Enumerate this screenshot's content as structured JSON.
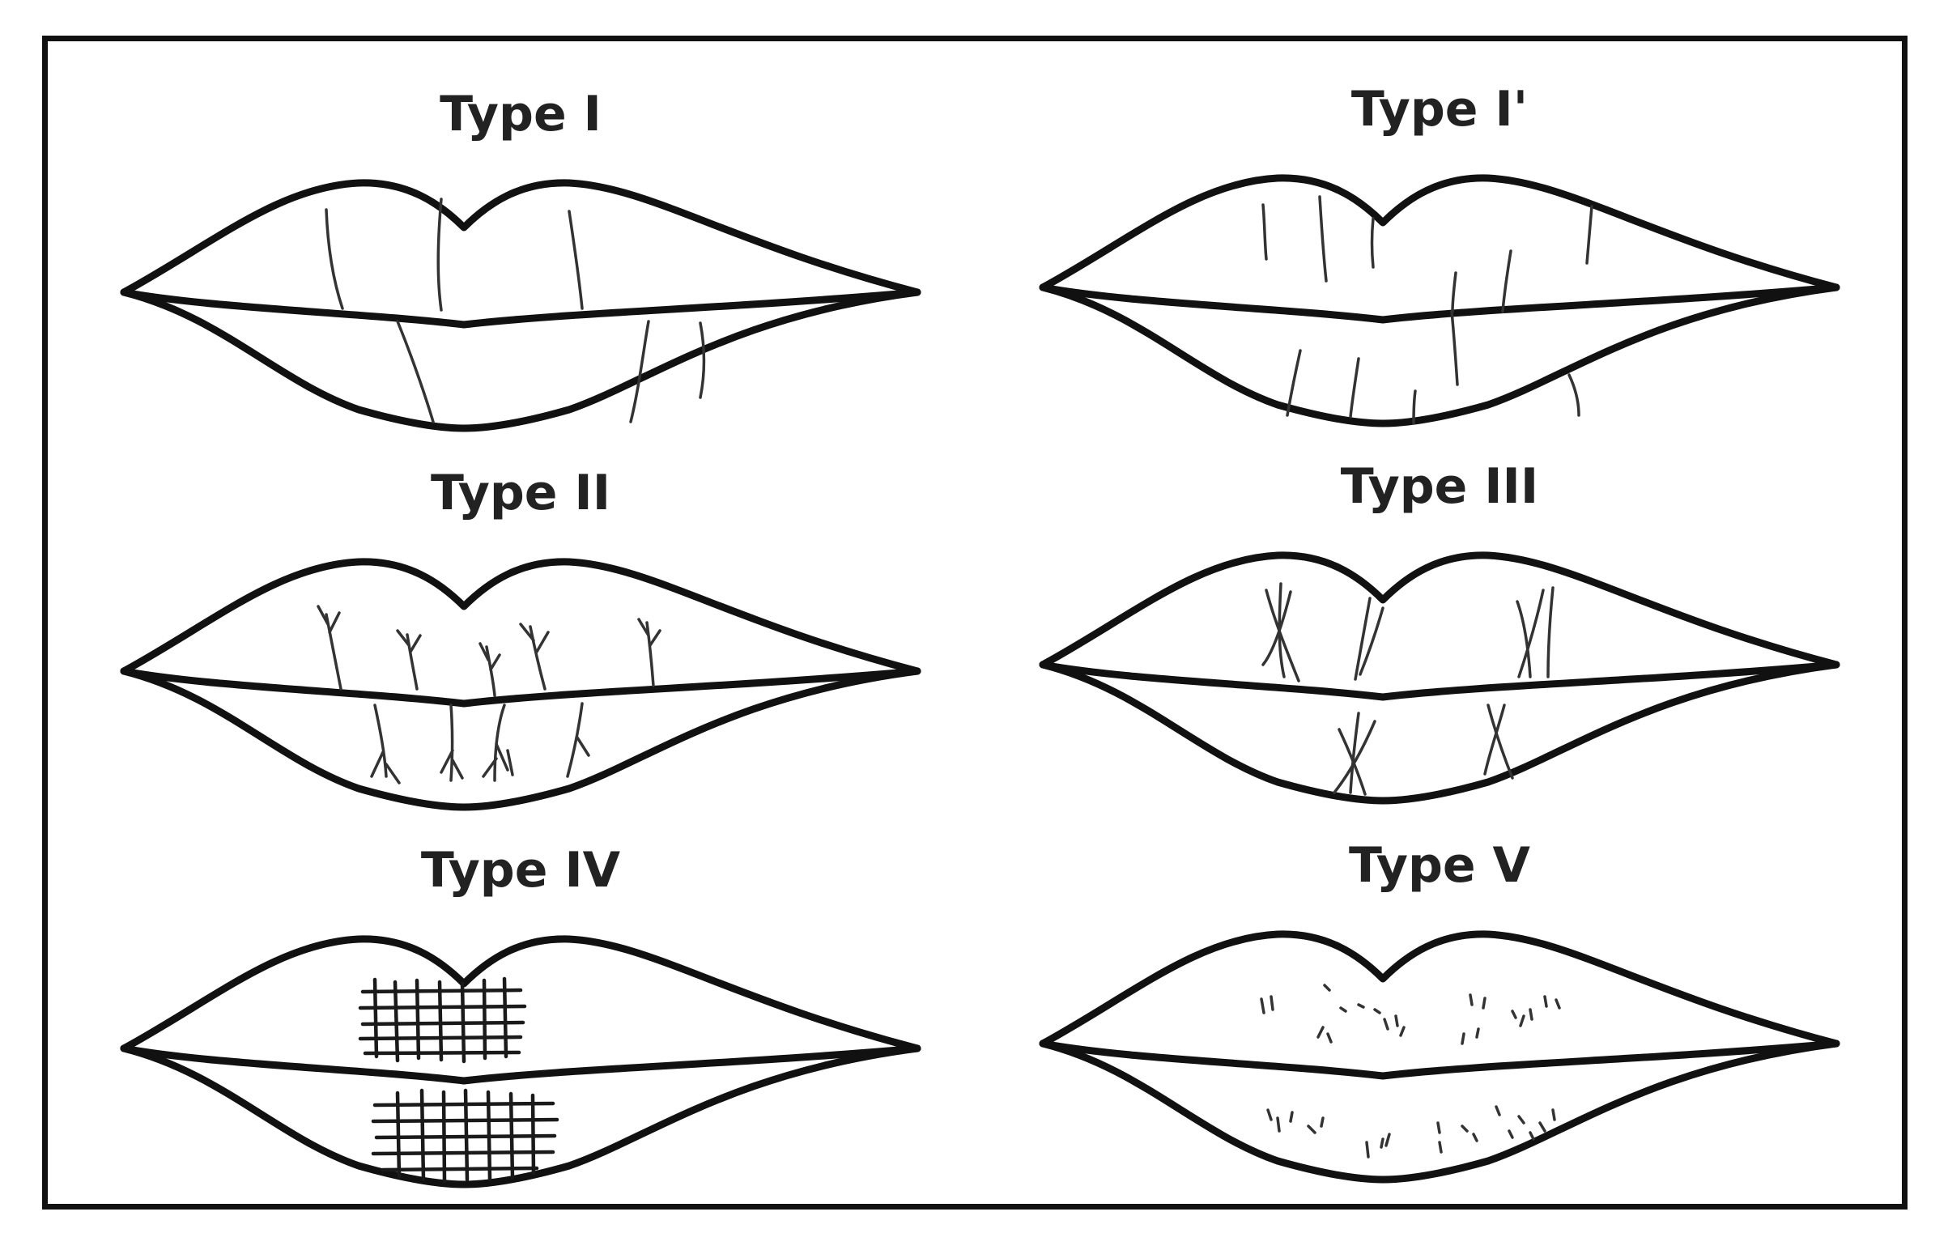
{
  "panels": [
    {
      "title": "Type I"
    },
    {
      "title": "Type I'"
    },
    {
      "title": "Type II"
    },
    {
      "title": "Type III"
    },
    {
      "title": "Type IV"
    },
    {
      "title": "Type V"
    }
  ],
  "colors": {
    "outline": "#111111",
    "grooves": "#333333",
    "frame": "#111111",
    "background": "#ffffff"
  }
}
